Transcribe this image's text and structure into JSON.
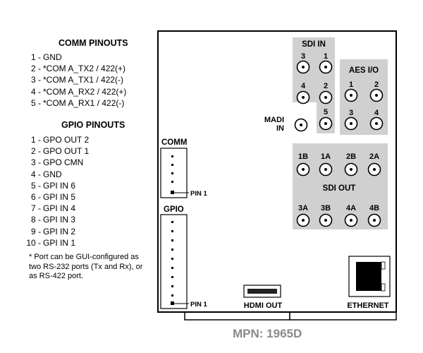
{
  "comm": {
    "title": "COMM PINOUTS",
    "items": [
      {
        "num": "1 -",
        "label": "GND"
      },
      {
        "num": "2 -",
        "label": "*COM A_TX2 / 422(+)"
      },
      {
        "num": "3 -",
        "label": "*COM A_TX1 / 422(-)"
      },
      {
        "num": "4 -",
        "label": "*COM A_RX2 / 422(+)"
      },
      {
        "num": "5 -",
        "label": "*COM A_RX1 / 422(-)"
      }
    ]
  },
  "gpio": {
    "title": "GPIO PINOUTS",
    "items": [
      {
        "num": "1 -",
        "label": "GPO OUT 2"
      },
      {
        "num": "2 -",
        "label": "GPO OUT 1"
      },
      {
        "num": "3 -",
        "label": "GPO CMN"
      },
      {
        "num": "4 -",
        "label": "GND"
      },
      {
        "num": "5 -",
        "label": "GPI IN 6"
      },
      {
        "num": "6 -",
        "label": "GPI IN 5"
      },
      {
        "num": "7 -",
        "label": "GPI IN 4"
      },
      {
        "num": "8 -",
        "label": "GPI IN 3"
      },
      {
        "num": "9 -",
        "label": "GPI IN 2"
      },
      {
        "num": "10 -",
        "label": "GPI IN 1"
      }
    ]
  },
  "footnote": "* Port can be GUI-configured as two RS-232 ports (Tx and Rx), or as RS-422 port.",
  "panel": {
    "comm_label": "COMM",
    "gpio_label": "GPIO",
    "pin1_comm": "PIN 1",
    "pin1_gpio": "PIN 1",
    "sdi_in": {
      "title": "SDI IN",
      "ports": [
        "3",
        "1",
        "4",
        "2",
        "5"
      ]
    },
    "aes_io": {
      "title": "AES I/O",
      "ports": [
        "1",
        "2",
        "3",
        "4"
      ]
    },
    "madi": {
      "line1": "MADI",
      "line2": "IN"
    },
    "sdi_out": {
      "title": "SDI OUT",
      "row1": [
        "1B",
        "1A",
        "2B",
        "2A"
      ],
      "row2": [
        "3A",
        "3B",
        "4A",
        "4B"
      ]
    },
    "hdmi_label": "HDMI OUT",
    "ethernet_label": "ETHERNET"
  },
  "mpn": "MPN: 1965D",
  "colors": {
    "block_gray": "#d0d0d0",
    "mpn_gray": "#8a8a8a"
  }
}
